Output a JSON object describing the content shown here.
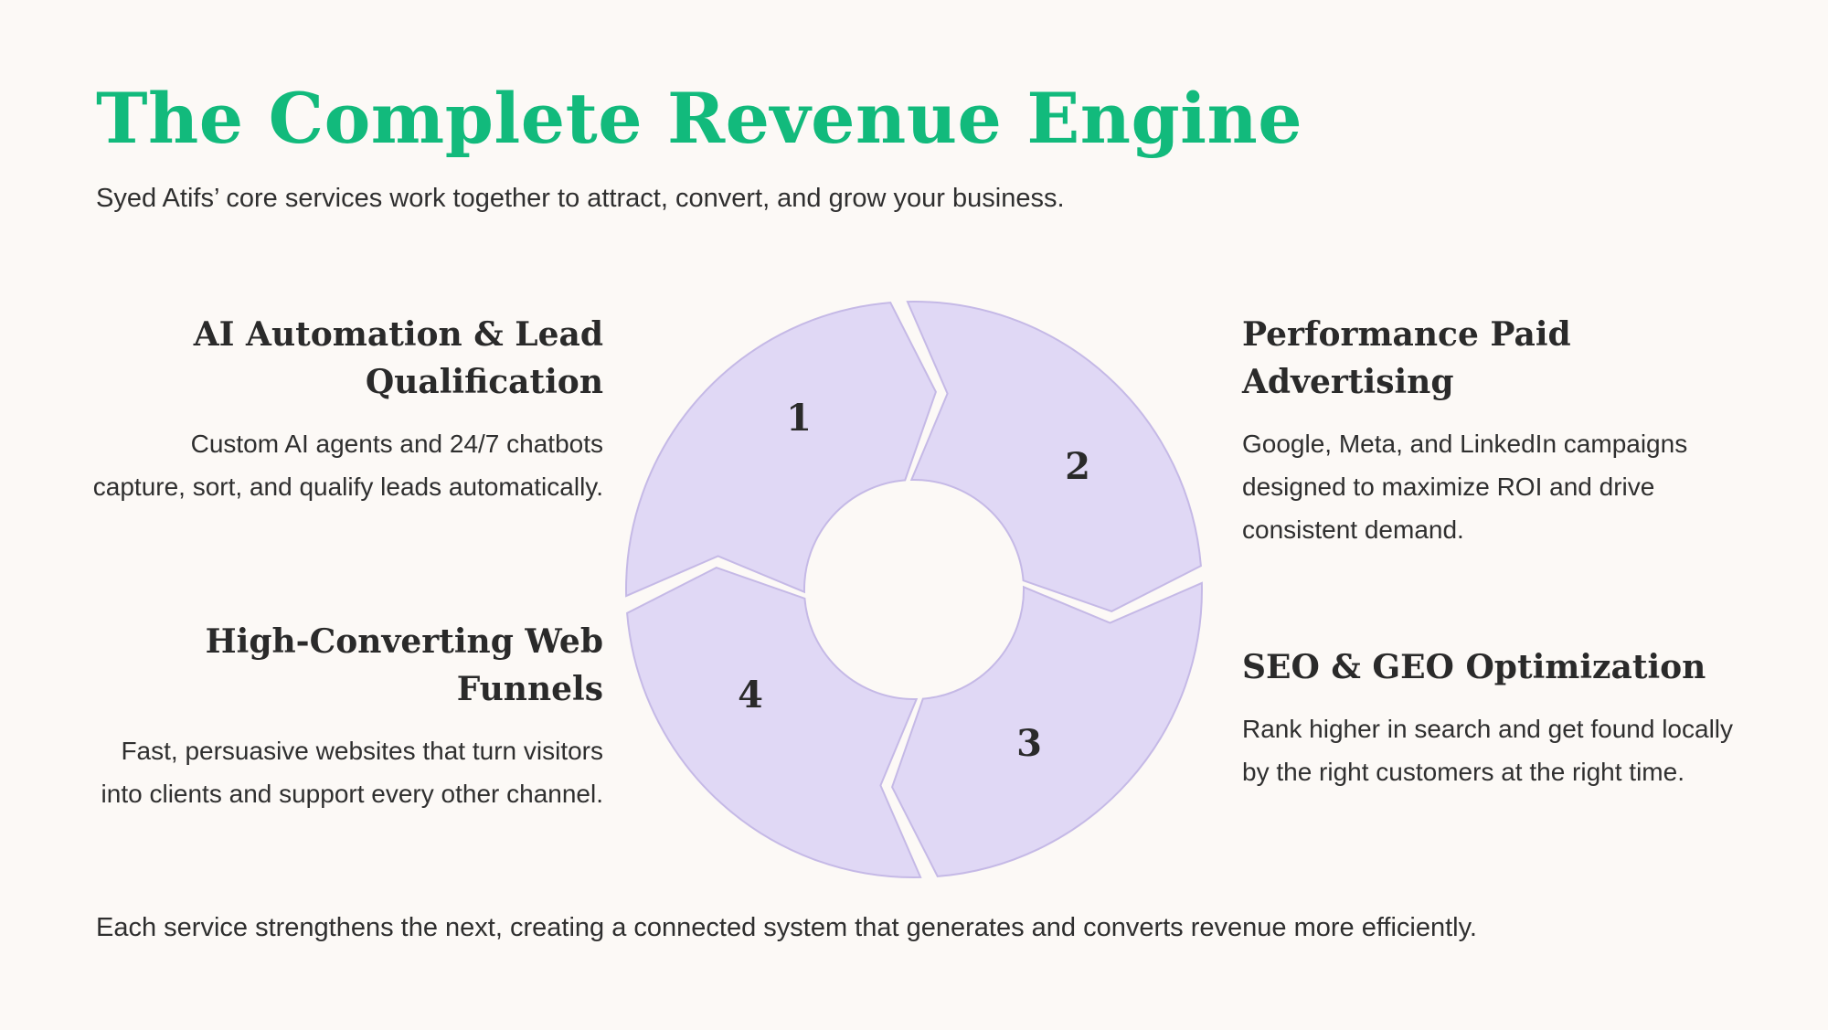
{
  "title": "The Complete Revenue Engine",
  "subtitle": "Syed Atifs’ core services work together to attract, convert, and grow your business.",
  "services": [
    {
      "number": "1",
      "heading": "AI Automation & Lead Qualification",
      "description": "Custom AI agents and 24/7 chatbots capture, sort, and qualify leads automatically."
    },
    {
      "number": "2",
      "heading": "Performance Paid Advertising",
      "description": "Google, Meta, and LinkedIn campaigns designed to maximize ROI and drive consistent demand."
    },
    {
      "number": "3",
      "heading": "SEO & GEO Optimization",
      "description": "Rank higher in search and get found locally by the right customers at the right time."
    },
    {
      "number": "4",
      "heading": "High-Converting Web Funnels",
      "description": "Fast, persuasive websites that turn visitors into clients and support every other channel."
    }
  ],
  "footer": "Each service strengthens the next, creating a connected system that generates and converts revenue more efficiently.",
  "colors": {
    "title": "#12ba7c",
    "segment_fill": "#e0d8f5",
    "segment_stroke": "#c5b9e6",
    "background": "#fcf9f6",
    "text": "#2b2b2b"
  }
}
